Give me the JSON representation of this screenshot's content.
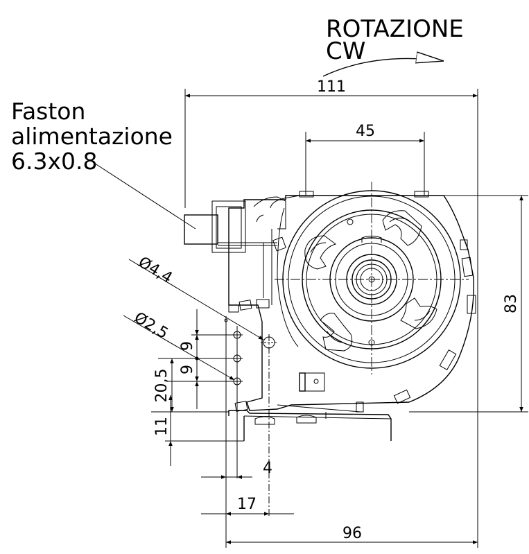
{
  "rotation": {
    "line1": "ROTAZIONE",
    "line2": "CW"
  },
  "faston": {
    "line1": "Faston",
    "line2": "alimentazione",
    "line3": "6.3x0.8"
  },
  "dimensions": {
    "overall_width_top": "111",
    "outlet_width": "45",
    "height": "83",
    "hole_large": "Ø4,4",
    "hole_small": "Ø2,5",
    "pitch_1": "9",
    "pitch_2": "9",
    "vertical_offset": "20,5",
    "lower_offset": "11",
    "hole_offset_4": "4",
    "hole_offset_17": "17",
    "overall_width_bottom": "96"
  }
}
